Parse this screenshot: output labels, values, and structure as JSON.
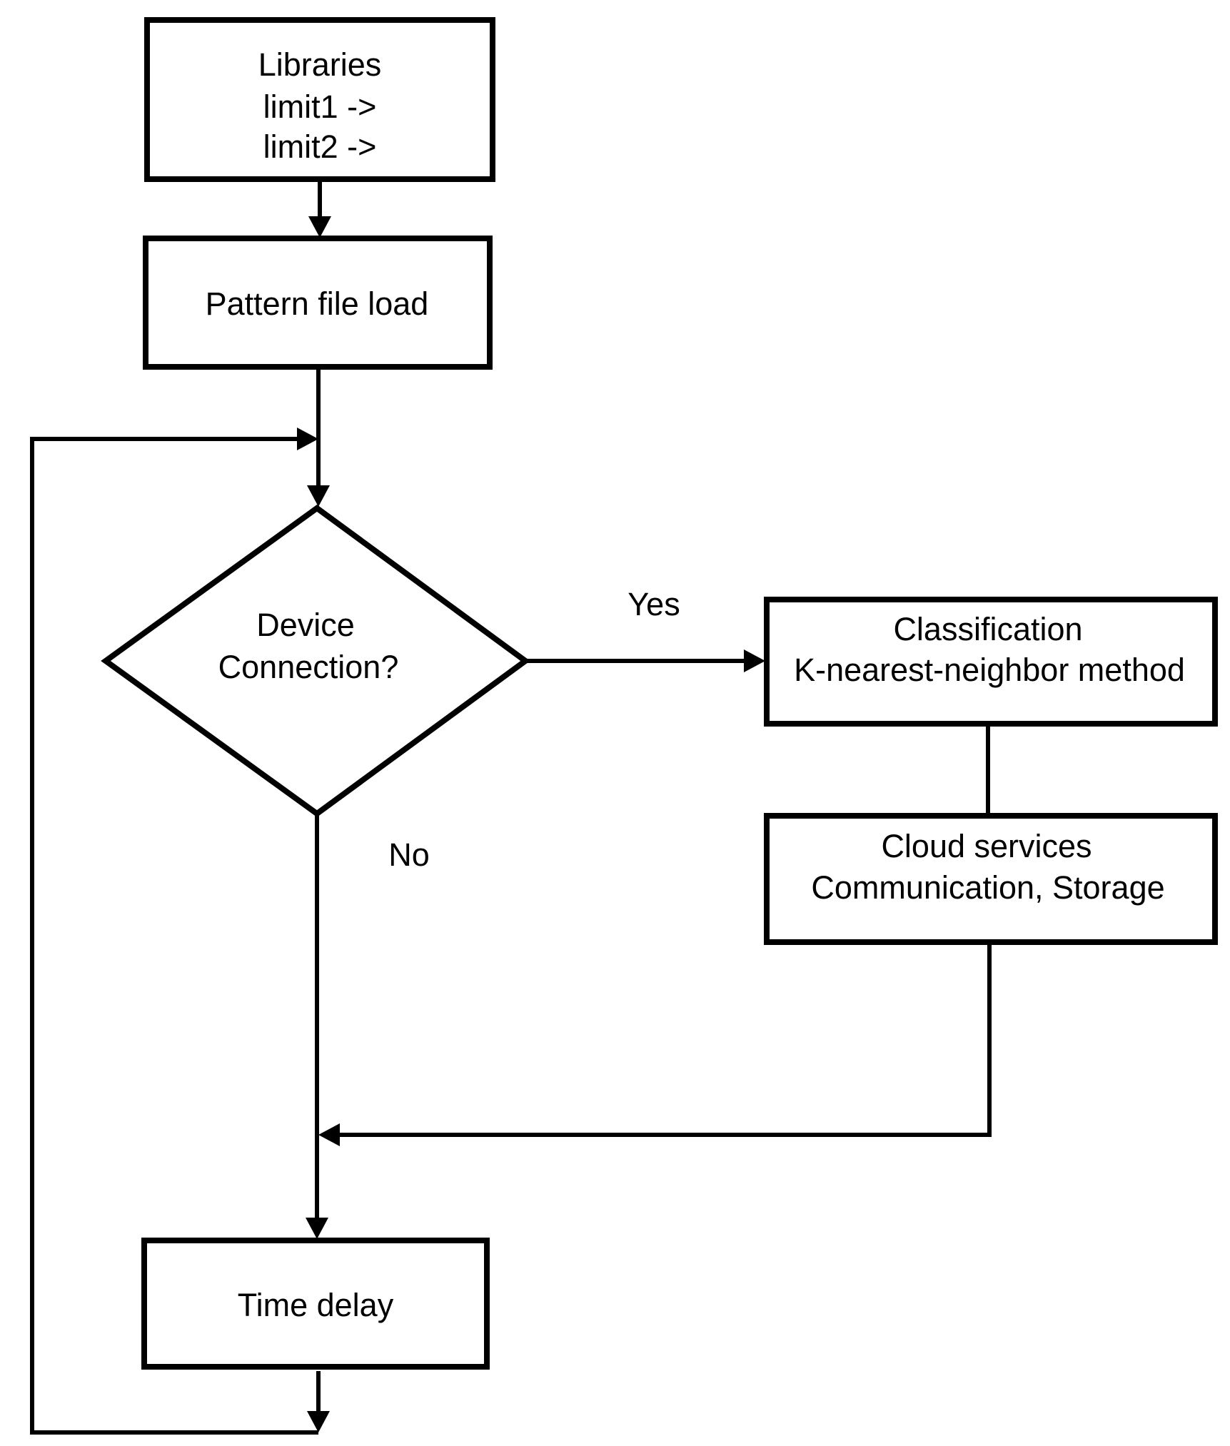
{
  "nodes": {
    "libraries": {
      "lines": [
        "Libraries",
        "limit1 ->",
        "limit2 ->"
      ]
    },
    "pattern_load": {
      "lines": [
        "Pattern file load"
      ]
    },
    "decision": {
      "lines": [
        "Device",
        "Connection?"
      ]
    },
    "classification": {
      "lines": [
        "Classification",
        "K-nearest-neighbor method"
      ]
    },
    "cloud": {
      "lines": [
        "Cloud services",
        "Communication, Storage"
      ]
    },
    "time_delay": {
      "lines": [
        "Time delay"
      ]
    }
  },
  "edge_labels": {
    "yes": "Yes",
    "no": "No"
  }
}
